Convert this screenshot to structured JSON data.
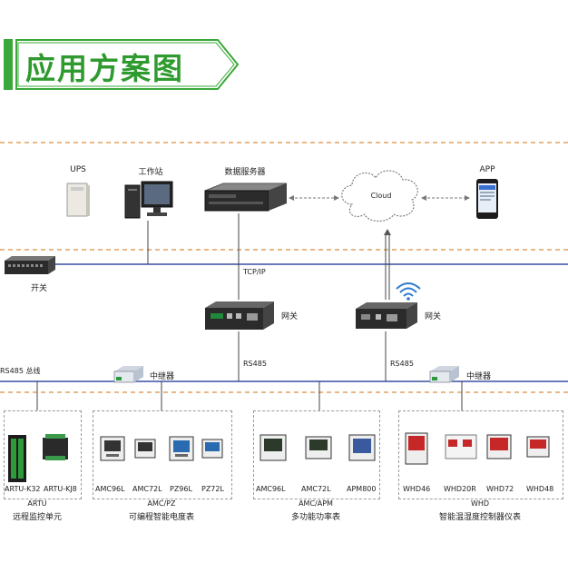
{
  "title": "应用方案图",
  "top_devices": {
    "ups": "UPS",
    "workstation": "工作站",
    "server": "数据服务器",
    "cloud": "Cloud",
    "app": "APP"
  },
  "switch_label": "开关",
  "network_label": "TCP/IP",
  "gateway_left_label": "网关",
  "gateway_right_label": "网关",
  "bus_label": "RS485 总线",
  "rs485_left": "RS485",
  "rs485_right": "RS485",
  "repeater_left": "中继器",
  "repeater_right": "中继器",
  "groups": [
    {
      "id": "artu",
      "devices": [
        "ARTU-K32",
        "ARTU-KJ8"
      ],
      "series": "ARTU",
      "name": "远程监控单元"
    },
    {
      "id": "amc-pz",
      "devices": [
        "AMC96L",
        "AMC72L",
        "PZ96L",
        "PZ72L"
      ],
      "series": "AMC/PZ",
      "name": "可编程智能电度表"
    },
    {
      "id": "amc-apm",
      "devices": [
        "AMC96L",
        "AMC72L",
        "APM800"
      ],
      "series": "AMC/APM",
      "name": "多功能功率表"
    },
    {
      "id": "whd",
      "devices": [
        "WHD46",
        "WHD20R",
        "WHD72",
        "WHD48"
      ],
      "series": "WHD",
      "name": "智能温湿度控制器仪表"
    }
  ],
  "colors": {
    "title_green": "#2f9a2f",
    "dash_orange": "#e0a060",
    "network_blue": "#3a4fa0"
  }
}
